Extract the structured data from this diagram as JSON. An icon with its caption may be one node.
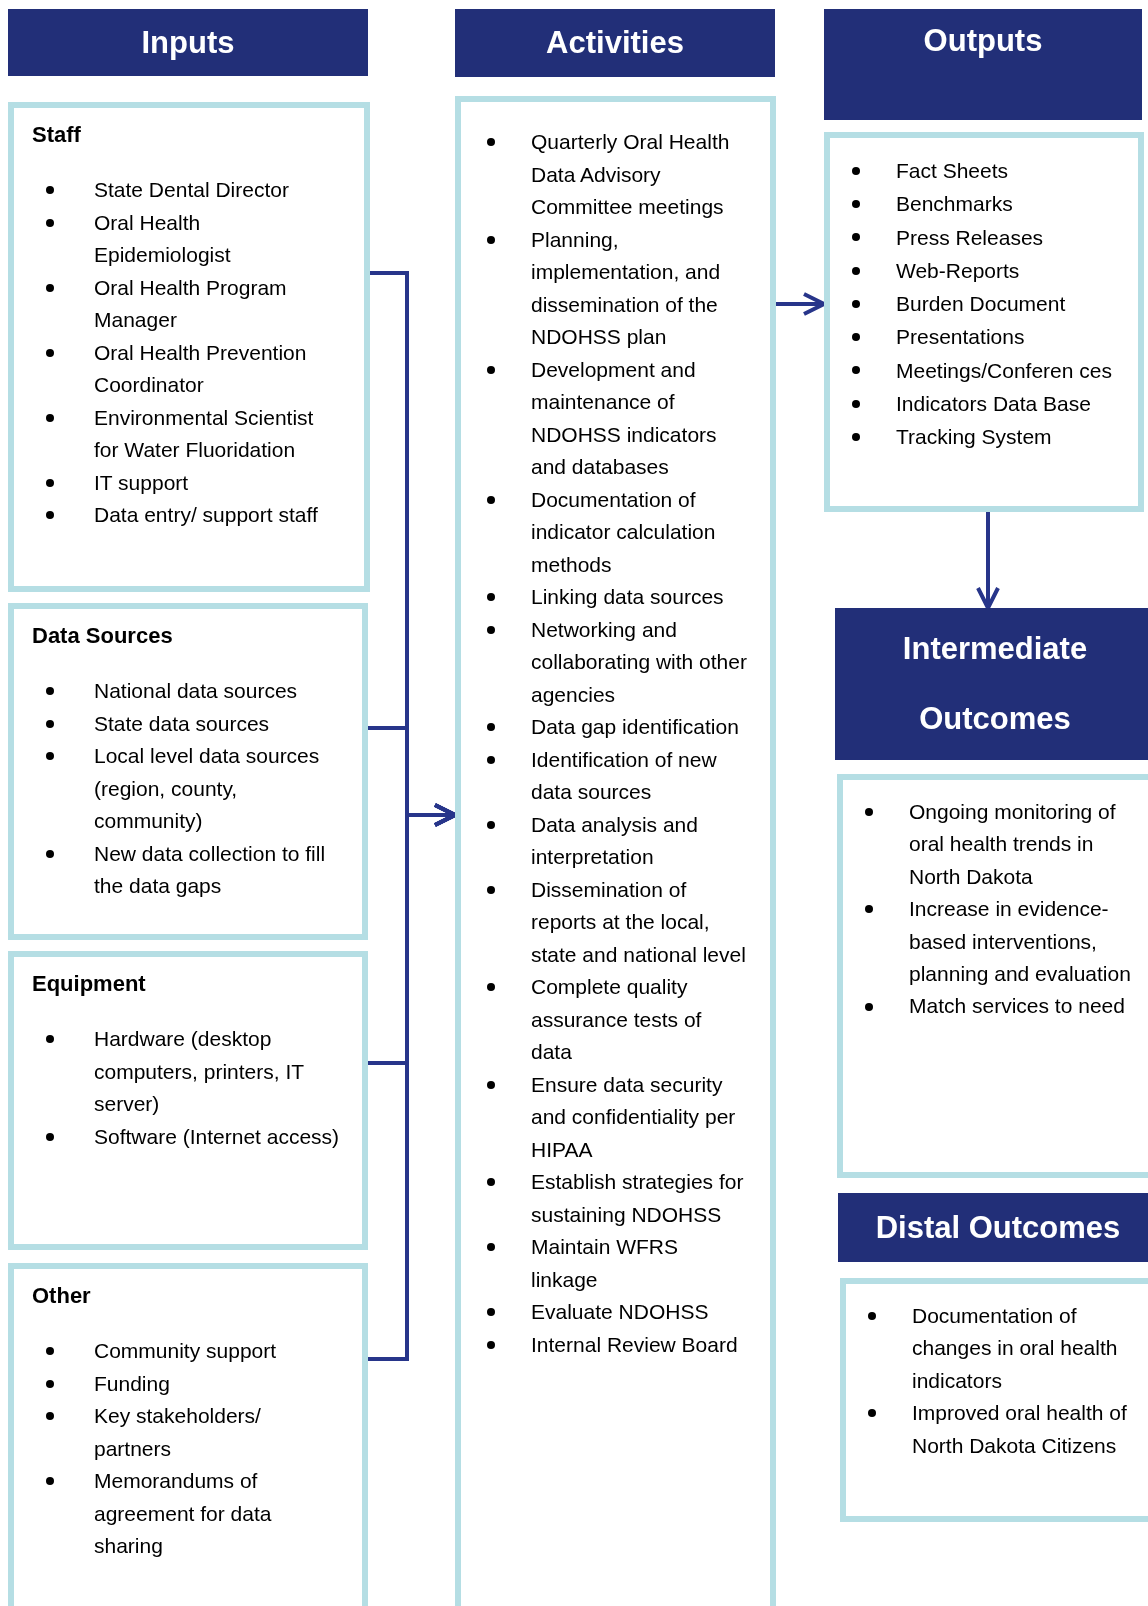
{
  "diagram": {
    "nodes": [
      {
        "text": [
          "Inputs"
        ]
      },
      {
        "text": [
          "Staff",
          "State Dental Director",
          "Oral Health Epidemiologist",
          "Oral Health Program Manager",
          "Oral Health Prevention Coordinator",
          "Environmental Scientist for Water Fluoridation",
          "IT support",
          "Data entry/ support staff"
        ]
      },
      {
        "text": [
          "Data Sources",
          "National data sources",
          "State data sources",
          "Local level data sources (region, county, community)",
          "New data collection to fill the data gaps"
        ]
      },
      {
        "text": [
          "Equipment",
          "Hardware (desktop computers, printers, IT server)",
          "Software (Internet access)"
        ]
      },
      {
        "text": [
          "Other",
          "Community support",
          "Funding",
          "Key stakeholders/ partners",
          "Memorandums of agreement for data sharing"
        ]
      },
      {
        "text": [
          "Activities"
        ]
      },
      {
        "text": [
          "Quarterly Oral Health Data Advisory Committee meetings",
          "Planning, implementation, and dissemination of the NDOHSS plan",
          "Development and maintenance of NDOHSS indicators and databases",
          "Documentation of indicator calculation methods",
          "Linking data sources",
          "Networking and collaborating with other agencies",
          "Data gap identification",
          "Identification of new data sources",
          "Data analysis and interpretation",
          "Dissemination of reports at the local, state and national level",
          "Complete quality assurance tests of data",
          "Ensure data security and confidentiality per HIPAA",
          "Establish strategies for sustaining NDOHSS",
          "Maintain WFRS linkage",
          "Evaluate NDOHSS",
          "Internal Review Board"
        ]
      },
      {
        "text": [
          "Outputs"
        ]
      },
      {
        "text": [
          "Fact Sheets",
          "Benchmarks",
          "Press Releases",
          "Web-Reports",
          "Burden Document",
          "Presentations",
          "Meetings/Conferen ces",
          "Indicators Data Base",
          "Tracking System"
        ]
      },
      {
        "text": [
          "Intermediate Outcomes"
        ]
      },
      {
        "text": [
          "Ongoing monitoring of oral health trends in North Dakota",
          "Increase in evidence-based interventions, planning and evaluation",
          "Match services to need"
        ]
      },
      {
        "text": [
          "Distal Outcomes"
        ]
      },
      {
        "text": [
          "Documentation of changes in oral health indicators",
          "Improved oral health of North Dakota Citizens"
        ]
      }
    ],
    "edges": [
      {
        "from": 1,
        "to": 6,
        "arrow": "to"
      },
      {
        "from": 2,
        "to": 6,
        "arrow": "to"
      },
      {
        "from": 3,
        "to": 6,
        "arrow": "to"
      },
      {
        "from": 4,
        "to": 6,
        "arrow": "to"
      },
      {
        "from": 6,
        "to": 8,
        "arrow": "to"
      },
      {
        "from": 8,
        "to": 9,
        "arrow": "to"
      }
    ]
  }
}
